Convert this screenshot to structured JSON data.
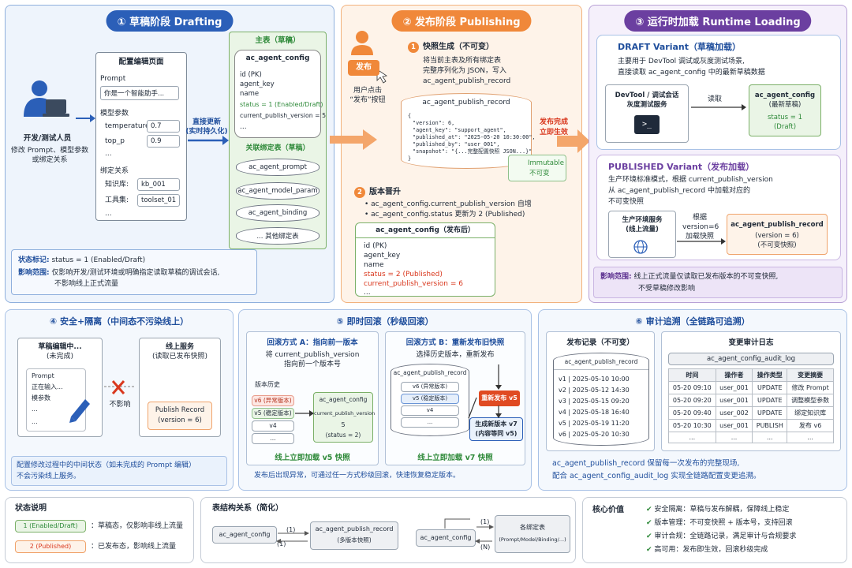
{
  "p1": {
    "title": "① 草稿阶段  Drafting",
    "dev_label": "开发/测试人员",
    "dev_desc1": "修改 Prompt、模型参数",
    "dev_desc2": "或绑定关系",
    "editor_title": "配置编辑页面",
    "prompt_label": "Prompt",
    "prompt_value": "你是一个智能助手...",
    "model_label": "模型参数",
    "temperature_label": "temperature",
    "temperature_value": "0.7",
    "top_p_label": "top_p",
    "top_p_value": "0.9",
    "ellipsis": "...",
    "bind_label": "绑定关系",
    "kb_label": "知识库:",
    "kb_value": "kb_001",
    "tool_label": "工具集:",
    "tool_value": "toolset_01",
    "arrow_label1": "直接更新",
    "arrow_label2": "(实时持久化)",
    "main_title": "主表（草稿）",
    "main_table": "ac_agent_config",
    "main_fields": [
      "id (PK)",
      "agent_key",
      "name"
    ],
    "main_status": "status = 1 (Enabled/Draft)",
    "main_cpv": "current_publish_version = 5",
    "bind_title": "关联绑定表（草稿）",
    "bind_tables": [
      "ac_agent_prompt",
      "ac_agent_model_param",
      "ac_agent_binding"
    ],
    "bind_more": "... 其他绑定表",
    "status_mark_label": "状态标记:",
    "status_mark_value": "status = 1 (Enabled/Draft)",
    "impact_label": "影响范围:",
    "impact_value1": "仅影响开发/测试环境或明确指定读取草稿的调试会话,",
    "impact_value2": "不影响线上正式流量"
  },
  "p2": {
    "title": "② 发布阶段  Publishing",
    "publish_btn": "发布",
    "user_click1": "用户点击",
    "user_click2": "“发布”按钮",
    "step1_title": "快照生成（不可变）",
    "step1_d1": "将当前主表及所有绑定表",
    "step1_d2": "完整序列化为 JSON，写入",
    "step1_d3": "ac_agent_publish_record",
    "record_table": "ac_agent_publish_record",
    "json_lines": [
      "{",
      "\"version\": 6,",
      "\"agent_key\": \"support_agent\",",
      "\"published_at\": \"2025-05-20 10:30:00\",",
      "\"published_by\": \"user_001\",",
      "\"snapshot\": \"{...完整配置快照 JSON...}\"",
      "}"
    ],
    "immutable1": "Immutable",
    "immutable2": "不可变",
    "effect1": "发布完成",
    "effect2": "立即生效",
    "step2_title": "版本晋升",
    "step2_b1": "ac_agent_config.current_publish_version 自增",
    "step2_b2": "ac_agent_config.status 更新为 2 (Published)",
    "after_title": "ac_agent_config（发布后）",
    "after_fields": [
      "id (PK)",
      "agent_key",
      "name"
    ],
    "after_status": "status = 2 (Published)",
    "after_cpv": "current_publish_version = 6",
    "after_more": "..."
  },
  "p3": {
    "title": "③ 运行时加载  Runtime Loading",
    "draft_title": "DRAFT Variant（草稿加载）",
    "draft_d1": "主要用于 DevTool 调试或灰度测试场景,",
    "draft_d2": "直接读取 ac_agent_config 中的最新草稿数据",
    "devtool1": "DevTool / 调试会话",
    "devtool2": "灰度测试服务",
    "read_label": "读取",
    "draft_box1": "ac_agent_config",
    "draft_box2": "(最新草稿)",
    "draft_box3": "status = 1",
    "draft_box4": "(Draft)",
    "pub_title": "PUBLISHED Variant（发布加载）",
    "pub_d1": "生产环境标准模式，根据 current_publish_version",
    "pub_d2": "从 ac_agent_publish_record 中加载对应的",
    "pub_d3": "不可变快照",
    "prod1": "生产环境服务",
    "prod2": "(线上流量)",
    "load1": "根据",
    "load2": "version=6",
    "load3": "加载快照",
    "pub_box1": "ac_agent_publish_record",
    "pub_box2": "(version = 6)",
    "pub_box3": "(不可变快照)",
    "impact_label": "影响范围:",
    "impact1": "线上正式流量仅读取已发布版本的不可变快照,",
    "impact2": "不受草稿修改影响"
  },
  "p4": {
    "title": "④ 安全+隔离（中间态不污染线上）",
    "edit_title1": "草稿编辑中...",
    "edit_title2": "(未完成)",
    "edit_lines": [
      "Prompt",
      "正在输入...",
      "模参数",
      "...",
      "..."
    ],
    "no_effect": "不影响",
    "online_title1": "线上服务",
    "online_title2": "(读取已发布快照)",
    "pub_record1": "Publish Record",
    "pub_record2": "(version = 6)",
    "foot1": "配置修改过程中的中间状态（如未完成的 Prompt 编辑）",
    "foot2": "不会污染线上服务。"
  },
  "p5": {
    "title": "⑤ 即时回滚（秒级回滚）",
    "a_title": "回滚方式 A：指向前一版本",
    "a_d1": "将 current_publish_version",
    "a_d2": "指向前一个版本号",
    "hist_label": "版本历史",
    "a_versions": [
      "v6 (异常版本)",
      "v5 (稳定版本)",
      "v4",
      "..."
    ],
    "a_box1": "ac_agent_config",
    "a_box2": "current_publish_version",
    "a_box3": "5",
    "a_box4": "(status = 2)",
    "a_foot": "线上立即加载 v5 快照",
    "b_title": "回滚方式 B：重新发布旧快照",
    "b_d1": "选择历史版本，重新发布",
    "b_table": "ac_agent_publish_record",
    "b_versions": [
      "v6 (异常版本)",
      "v5 (稳定版本)",
      "v4",
      "..."
    ],
    "republish": "重新发布 v5",
    "newver1": "生成新版本 v7",
    "newver2": "(内容等同 v5)",
    "b_foot": "线上立即加载 v7 快照",
    "foot": "发布后出现异常，可通过任一方式秒级回滚，快速恢复稳定版本。"
  },
  "p6": {
    "title": "⑥ 审计追溯（全链路可追溯）",
    "pub_log_title": "发布记录（不可变）",
    "pub_log_table": "ac_agent_publish_record",
    "pub_rows": [
      [
        "v1",
        "2025-05-10 10:00"
      ],
      [
        "v2",
        "2025-05-12 14:30"
      ],
      [
        "v3",
        "2025-05-15 09:20"
      ],
      [
        "v4",
        "2025-05-18 16:40"
      ],
      [
        "v5",
        "2025-05-19 11:20"
      ],
      [
        "v6",
        "2025-05-20 10:30"
      ]
    ],
    "audit_title": "变更审计日志",
    "audit_table": "ac_agent_config_audit_log",
    "audit_headers": [
      "时间",
      "操作者",
      "操作类型",
      "变更摘要"
    ],
    "audit_rows": [
      [
        "05-20 09:10",
        "user_001",
        "UPDATE",
        "修改 Prompt"
      ],
      [
        "05-20 09:20",
        "user_001",
        "UPDATE",
        "调整模型参数"
      ],
      [
        "05-20 09:40",
        "user_002",
        "UPDATE",
        "绑定知识库"
      ],
      [
        "05-20 10:30",
        "user_001",
        "PUBLISH",
        "发布 v6"
      ],
      [
        "...",
        "...",
        "...",
        "..."
      ]
    ],
    "foot1": "ac_agent_publish_record 保留每一次发布的完整现场,",
    "foot2": "配合 ac_agent_config_audit_log 实现全链路配置变更追溯。"
  },
  "legend": {
    "title": "状态说明",
    "s1": "1 (Enabled/Draft)",
    "s1_desc": "：草稿态，仅影响非线上流量",
    "s2": "2 (Published)",
    "s2_desc": "：已发布态，影响线上流量"
  },
  "rel": {
    "title": "表结构关系（简化）",
    "left1": "ac_agent_config",
    "one1": "(1)",
    "one2": "(1)",
    "record1": "ac_agent_publish_record",
    "record2": "(多版本快照)",
    "left2": "ac_agent_config",
    "one3": "(1)",
    "n": "(N)",
    "bind1": "各绑定表",
    "bind2": "(Prompt/Model/Binding/...)"
  },
  "core": {
    "title": "核心价值",
    "items": [
      "安全隔离：草稿与发布解耦，保障线上稳定",
      "版本管理：不可变快照 + 版本号，支持回滚",
      "审计合规：全链路记录，满足审计与合规要求",
      "高可用：发布即生效，回滚秒级完成"
    ]
  },
  "colors": {
    "blue": "#2b5fb8",
    "orange": "#f0883a",
    "purple": "#6b3fa0",
    "green": "#3a8a3a"
  }
}
